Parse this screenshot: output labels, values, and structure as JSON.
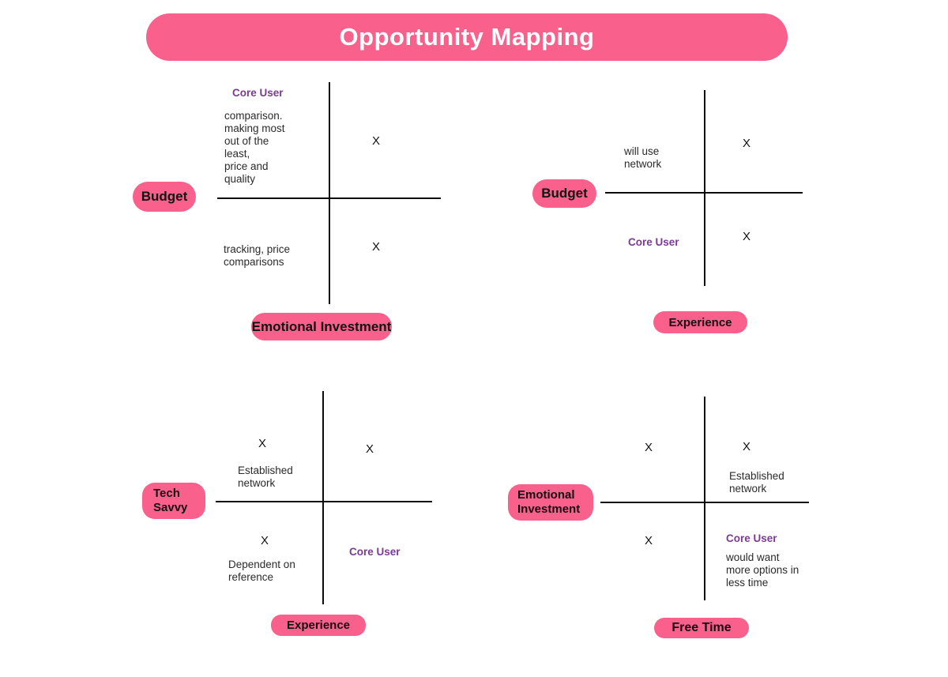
{
  "title": "Opportunity Mapping",
  "colors": {
    "pink": "#F9618C",
    "purple": "#7B3B93",
    "axis": "#0b0b0b"
  },
  "quadrants": [
    {
      "name": "budget-vs-emotional-investment",
      "y_axis_label": "Budget",
      "x_axis_label": "Emotional Investment",
      "upper_left_heading": "Core User",
      "upper_left_body": "comparison.\nmaking most\nout of the\nleast,\nprice and\nquality",
      "lower_left_body": "tracking, price\ncomparisons",
      "marks": [
        "X",
        "X"
      ]
    },
    {
      "name": "budget-vs-experience",
      "y_axis_label": "Budget",
      "x_axis_label": "Experience",
      "upper_left_body": "will use\nnetwork",
      "lower_left_heading": "Core User",
      "marks": [
        "X",
        "X"
      ]
    },
    {
      "name": "tech-savvy-vs-experience",
      "y_axis_label": "Tech\nSavvy",
      "x_axis_label": "Experience",
      "upper_left_body": "Established\nnetwork",
      "lower_left_body": "Dependent on\nreference",
      "lower_right_heading": "Core User",
      "marks": [
        "X",
        "X",
        "X"
      ]
    },
    {
      "name": "emotional-investment-vs-free-time",
      "y_axis_label": "Emotional\nInvestment",
      "x_axis_label": "Free Time",
      "upper_right_body": "Established\nnetwork",
      "lower_right_heading": "Core User",
      "lower_right_body": "would want\nmore options in\nless time",
      "marks": [
        "X",
        "X",
        "X"
      ]
    }
  ]
}
